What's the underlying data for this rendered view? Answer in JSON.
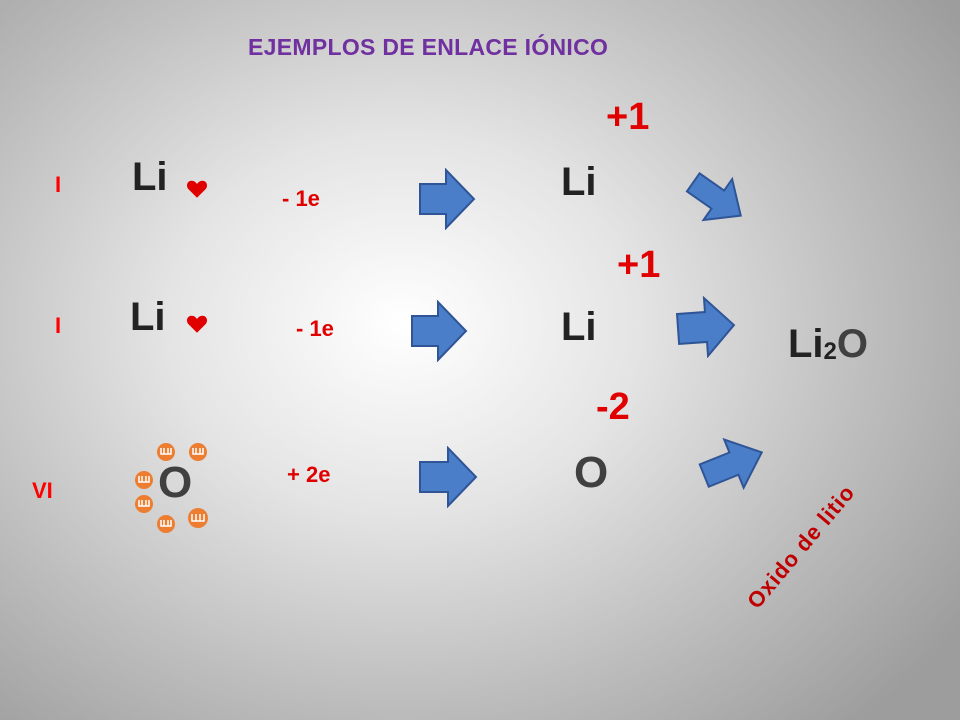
{
  "title": "EJEMPLOS DE ENLACE IÓNICO",
  "rows": [
    {
      "group": "I",
      "symbol": "Li",
      "electrons": "- 1e",
      "ion": "Li",
      "charge": "+1"
    },
    {
      "group": "I",
      "symbol": "Li",
      "electrons": "- 1e",
      "ion": "Li",
      "charge": "+1"
    },
    {
      "group": "VI",
      "symbol": "O",
      "electrons": "+ 2e",
      "ion": "O",
      "charge": "-2"
    }
  ],
  "product": {
    "element1": "Li",
    "subscript": "2",
    "element2": "O",
    "name": "Oxido de litio"
  },
  "colors": {
    "title": "#7030a0",
    "red": "#e00000",
    "arrow": "#4a7ec8",
    "electron": "#ed7d31"
  },
  "icons": {
    "heart": "heart-icon",
    "arrow": "block-arrow-icon",
    "electron": "electron-icon"
  }
}
